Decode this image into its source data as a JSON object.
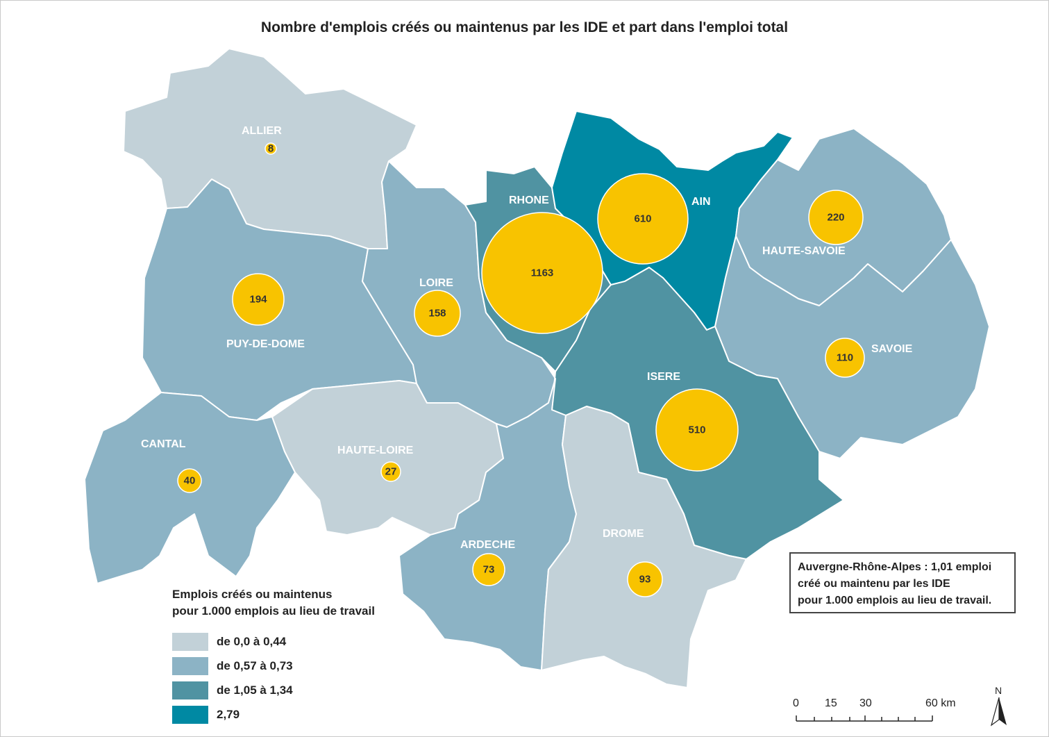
{
  "title": "Nombre d'emplois créés ou maintenus par les IDE et part dans l'emploi total",
  "colors": {
    "class1": "#c2d1d8",
    "class2": "#8cb3c5",
    "class3": "#5093a2",
    "class4": "#0089a3",
    "bubble": "#f8c300"
  },
  "departments": [
    {
      "name": "ALLIER",
      "value": 8,
      "class": "class1"
    },
    {
      "name": "PUY-DE-DOME",
      "value": 194,
      "class": "class2"
    },
    {
      "name": "CANTAL",
      "value": 40,
      "class": "class2"
    },
    {
      "name": "HAUTE-LOIRE",
      "value": 27,
      "class": "class1"
    },
    {
      "name": "LOIRE",
      "value": 158,
      "class": "class2"
    },
    {
      "name": "RHONE",
      "value": 1163,
      "class": "class3"
    },
    {
      "name": "AIN",
      "value": 610,
      "class": "class4"
    },
    {
      "name": "HAUTE-SAVOIE",
      "value": 220,
      "class": "class2"
    },
    {
      "name": "SAVOIE",
      "value": 110,
      "class": "class2"
    },
    {
      "name": "ISERE",
      "value": 510,
      "class": "class3"
    },
    {
      "name": "ARDECHE",
      "value": 73,
      "class": "class2"
    },
    {
      "name": "DROME",
      "value": 93,
      "class": "class1"
    }
  ],
  "legend": {
    "title_line1": "Emplois créés ou maintenus",
    "title_line2": "pour 1.000 emplois au lieu de travail",
    "items": [
      {
        "label": "de 0,0 à 0,44",
        "class": "class1"
      },
      {
        "label": "de 0,57 à 0,73",
        "class": "class2"
      },
      {
        "label": "de 1,05 à 1,34",
        "class": "class3"
      },
      {
        "label": "2,79",
        "class": "class4"
      }
    ]
  },
  "infobox": {
    "line1": "Auvergne-Rhône-Alpes : 1,01 emploi",
    "line2": "créé ou maintenu par les IDE",
    "line3": "pour 1.000 emplois au lieu de travail."
  },
  "scale": {
    "labels": [
      "0",
      "15",
      "30",
      "60 km"
    ]
  },
  "north": "N"
}
